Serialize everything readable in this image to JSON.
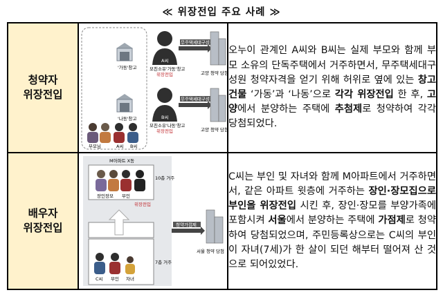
{
  "title": "≪ 위장전입 주요 사례 ≫",
  "rows": [
    {
      "label_lines": [
        "청약자",
        "위장전입"
      ],
      "figure": {
        "garage_a": "'가동'창고",
        "garage_b": "'나동'창고",
        "person_a": "A씨",
        "person_a_note1": "모친소유'가동'창고",
        "person_a_note2": "위장전입",
        "person_b": "B씨",
        "person_b_note1": "모친소유'나동'창고",
        "person_b_note2": "위장전입",
        "tag": "무주택세대구성원",
        "win": "고양 청약 당첨",
        "family": [
          "부모님",
          "A씨",
          "B씨"
        ]
      },
      "desc": {
        "p1": "오누이 관계인 A씨와 B씨는 실제 부모와 함께 부모 소유의 단독주택에서 거주하면서, 무주택세대구성원 청약자격을 얻기 위해 허위로 옆에 있는 ",
        "b1": "창고건물",
        "p2": " ‘가동’과 ‘나동’으로 ",
        "b2": "각각 위장전입",
        "p3": " 한 후, ",
        "b3": "고양",
        "p4": "에서 분양하는 주택에 ",
        "b4": "추첨제",
        "p5": "로 청약하여 각각 당첨되었다."
      }
    },
    {
      "label_lines": [
        "배우자",
        "위장전입"
      ],
      "figure": {
        "apt_name": "M아파트 X동",
        "floor_10": "10층 거주",
        "floor_7": "7층 거주",
        "upper_family": [
          "장인장모",
          "부인"
        ],
        "upper_note": "위장전입",
        "lower_family": [
          "C씨",
          "부인",
          "자녀"
        ],
        "arrow_label": "청약가점제",
        "win": "서울 청약 당첨"
      },
      "desc": {
        "p1": "C씨는 부인 및 자녀와 함께 M아파트에서 거주하면서, 같은 아파트 윗층에 거주하는 ",
        "b1": "장인·장모집으로 부인을 위장전입",
        "p2": " 시킨 후, 장인·장모를 부양가족에 포함시켜 ",
        "b2": "서울",
        "p3": "에서 분양하는 주택에 ",
        "b3": "가점제",
        "p4": "로 청약하여 당첨되었으며, 주민등록상으로는 C씨의 부인이 자녀(7세)가 한 살이 되던 해부터 떨어져 산 것으로 되어있었다."
      }
    }
  ],
  "colors": {
    "label_bg": "#fff2cc",
    "accent_red": "#c0282d",
    "dark": "#3a3a3a"
  }
}
